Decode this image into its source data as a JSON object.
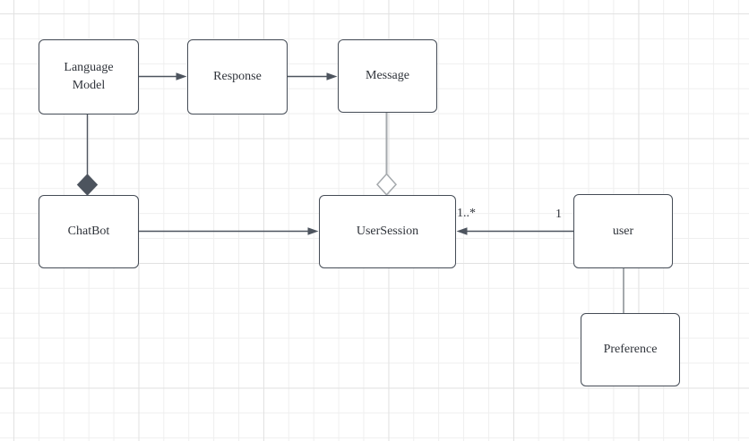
{
  "diagram": {
    "kind": "uml-class-diagram",
    "nodes": [
      {
        "id": "language-model",
        "label": "Language Model"
      },
      {
        "id": "response",
        "label": "Response"
      },
      {
        "id": "message",
        "label": "Message"
      },
      {
        "id": "chatbot",
        "label": "ChatBot"
      },
      {
        "id": "user-session",
        "label": "UserSession"
      },
      {
        "id": "user",
        "label": "user"
      },
      {
        "id": "preference",
        "label": "Preference"
      }
    ],
    "edges": [
      {
        "from": "language-model",
        "to": "response",
        "type": "directed-arrow"
      },
      {
        "from": "response",
        "to": "message",
        "type": "directed-arrow"
      },
      {
        "from": "language-model",
        "to": "chatbot",
        "type": "composition",
        "diamond": "filled-at-chatbot"
      },
      {
        "from": "message",
        "to": "user-session",
        "type": "aggregation",
        "diamond": "hollow-at-usersession"
      },
      {
        "from": "chatbot",
        "to": "user-session",
        "type": "directed-arrow"
      },
      {
        "from": "user",
        "to": "user-session",
        "type": "directed-arrow",
        "source_multiplicity": "1",
        "target_multiplicity": "1..*"
      },
      {
        "from": "user",
        "to": "preference",
        "type": "plain-line"
      }
    ],
    "colors": {
      "node_border": "#454c56",
      "node_fill": "#ffffff",
      "connector_dark": "#4d545e",
      "connector_gray": "#a5a9ad",
      "grid_minor": "#efefef",
      "grid_major": "#e2e2e2",
      "text": "#2f333a"
    }
  }
}
